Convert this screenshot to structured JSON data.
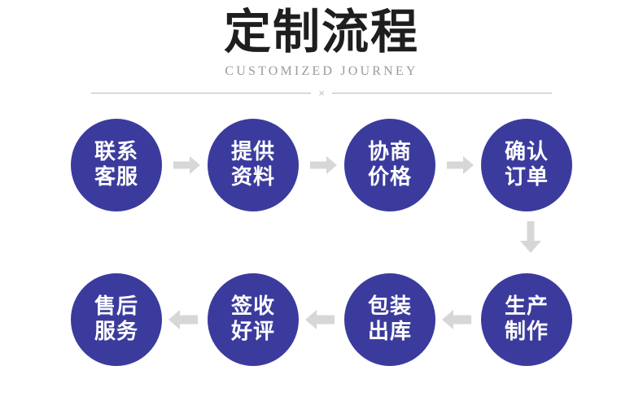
{
  "header": {
    "title": "定制流程",
    "subtitle": "CUSTOMIZED JOURNEY",
    "divider_mark": "×"
  },
  "colors": {
    "node_fill": "#3b3b9e",
    "node_text": "#ffffff",
    "arrow": "#d7d7d7",
    "title_text": "#1e1e1e",
    "subtitle_text": "#9a9a9a",
    "divider_line": "#b9b9b9",
    "background": "#ffffff"
  },
  "flow": {
    "row_one": {
      "direction": "left-to-right",
      "arrow_icon": "arrow-right-icon",
      "steps": [
        {
          "index": 1,
          "line1": "联系",
          "line2": "客服"
        },
        {
          "index": 2,
          "line1": "提供",
          "line2": "资料"
        },
        {
          "index": 3,
          "line1": "协商",
          "line2": "价格"
        },
        {
          "index": 4,
          "line1": "确认",
          "line2": "订单"
        }
      ]
    },
    "connector": {
      "icon": "arrow-down-icon",
      "direction": "downward"
    },
    "row_two": {
      "direction": "right-to-left",
      "arrow_icon": "arrow-left-icon",
      "steps": [
        {
          "index": 8,
          "line1": "售后",
          "line2": "服务"
        },
        {
          "index": 7,
          "line1": "签收",
          "line2": "好评"
        },
        {
          "index": 6,
          "line1": "包装",
          "line2": "出库"
        },
        {
          "index": 5,
          "line1": "生产",
          "line2": "制作"
        }
      ]
    }
  }
}
